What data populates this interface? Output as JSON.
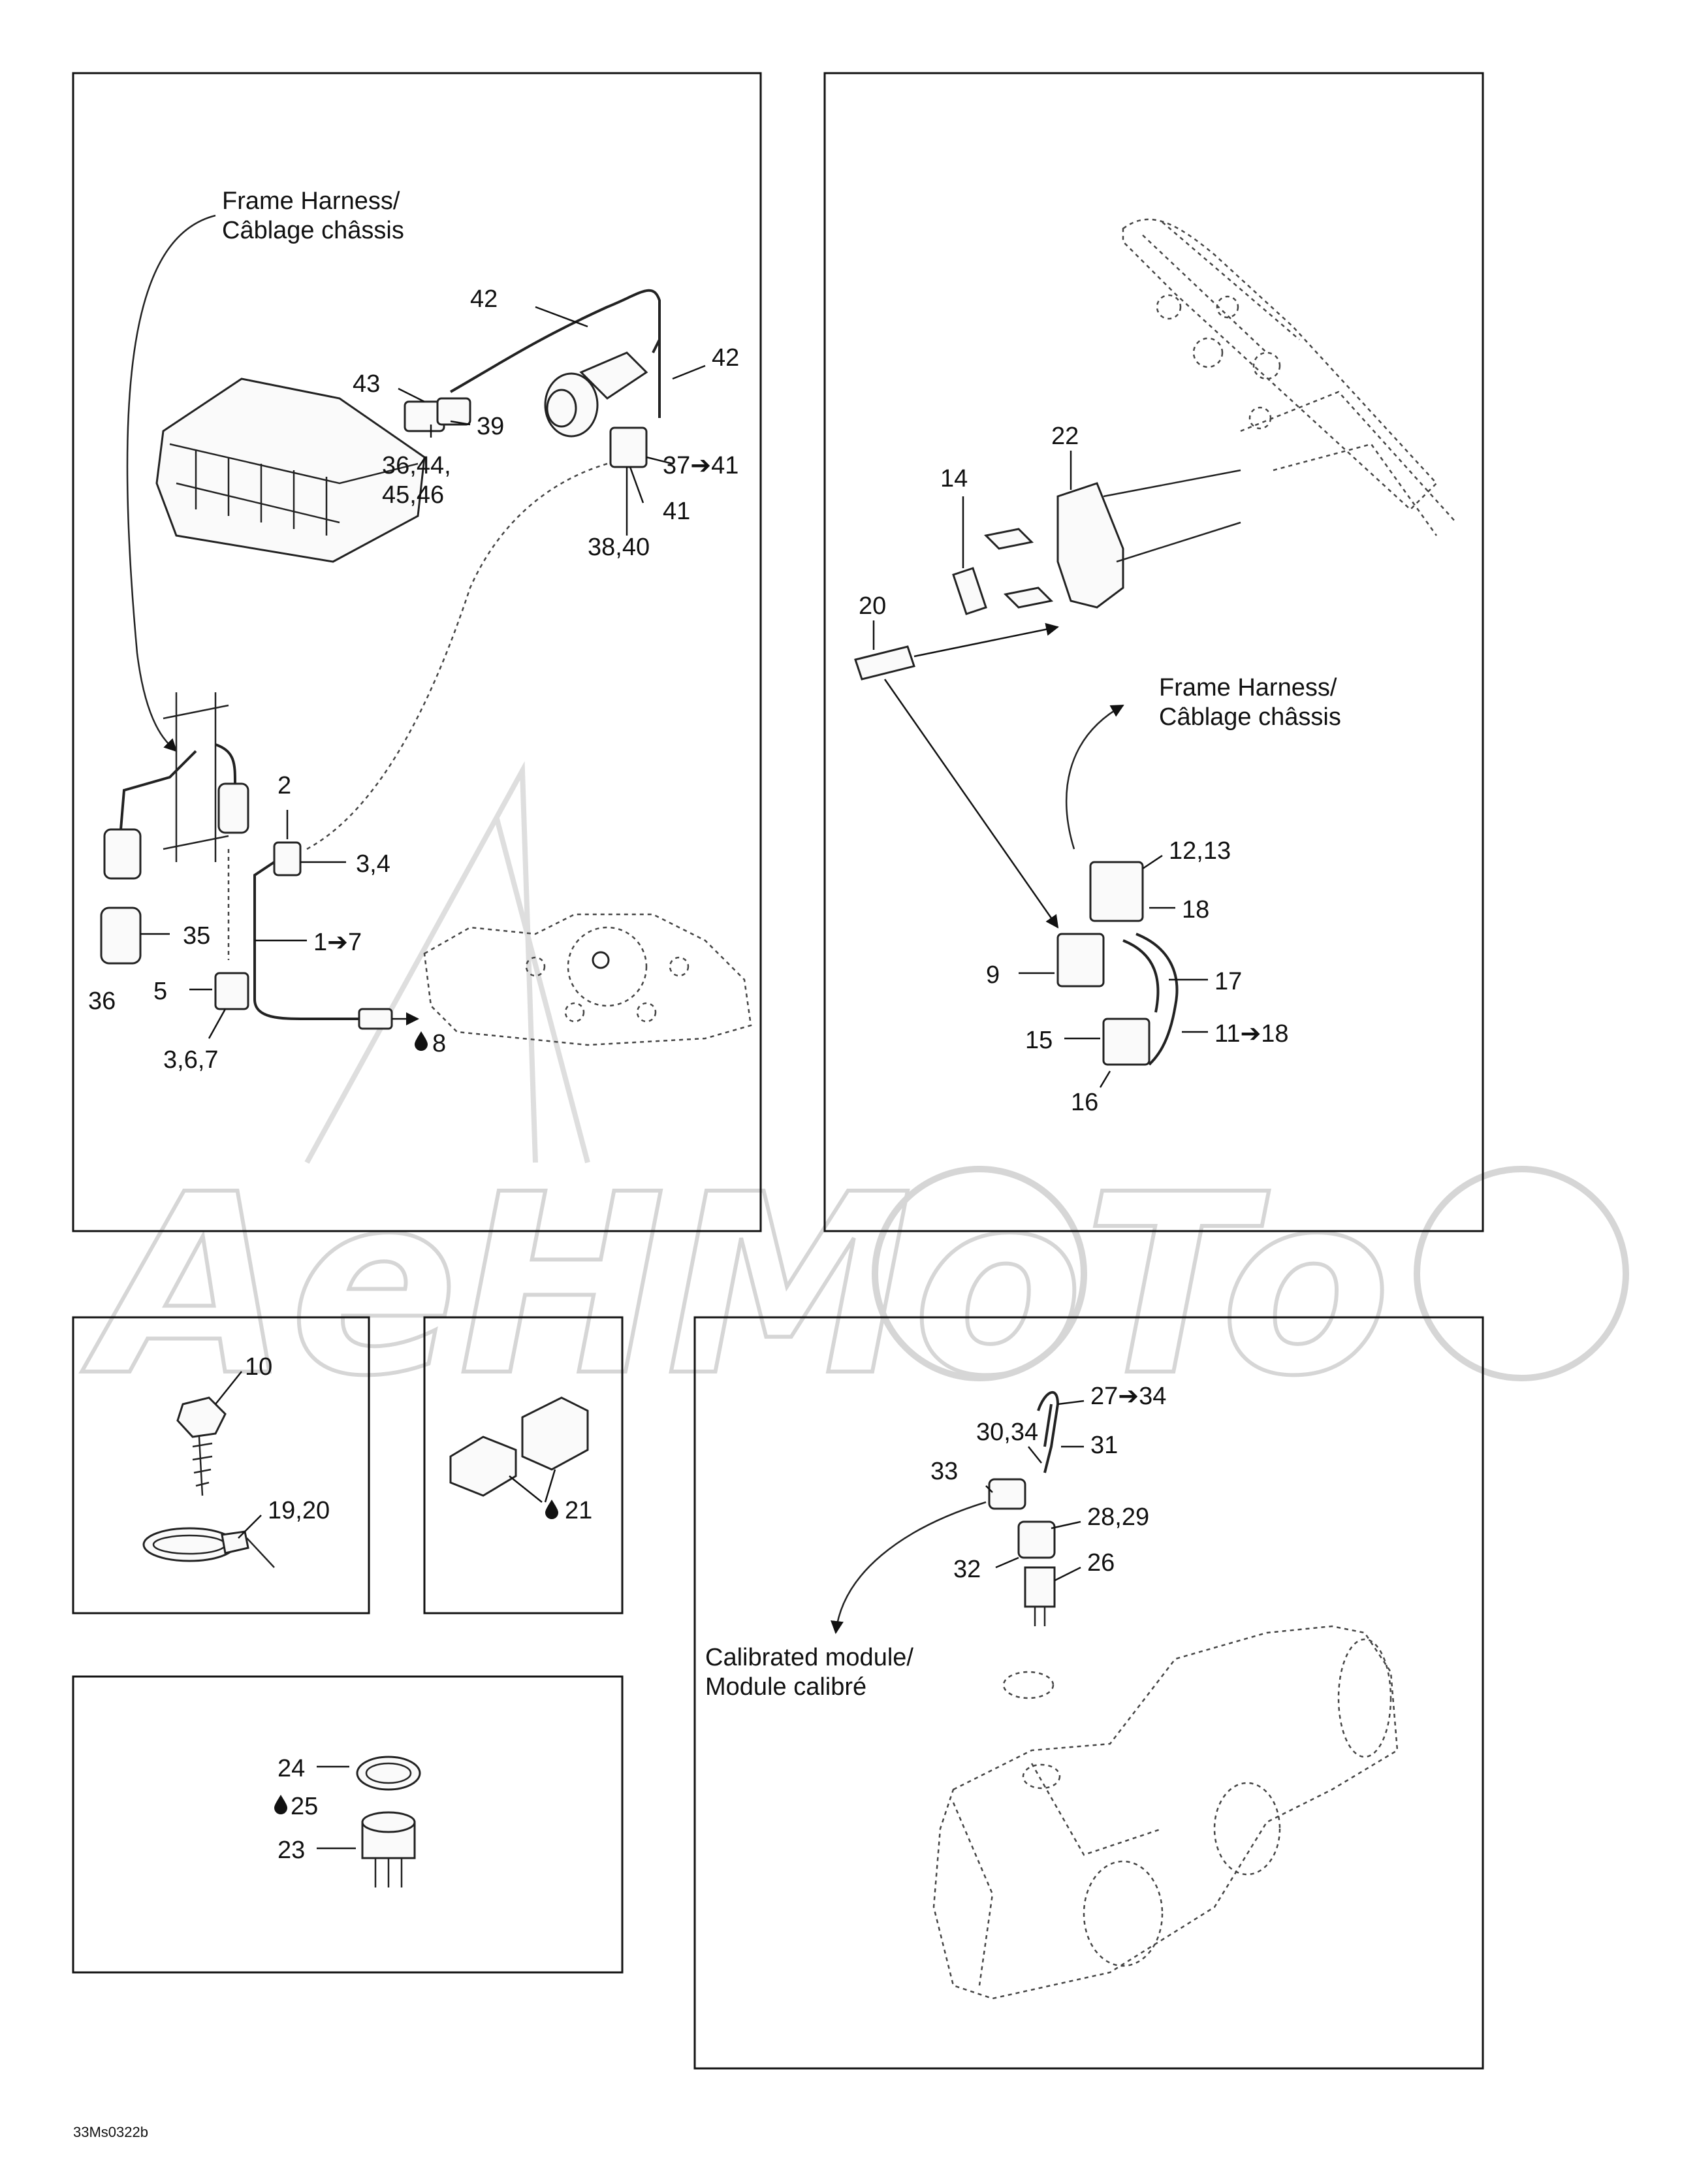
{
  "diagram": {
    "panel1": {
      "note": [
        "Frame Harness/",
        "Câblage châssis"
      ],
      "labels": [
        "42",
        "42",
        "43",
        "39",
        "36,44,",
        "45,46",
        "37➔41",
        "41",
        "38,40",
        "2",
        "3,4",
        "35",
        "36",
        "5",
        "1➔7",
        "3,6,7",
        "8"
      ]
    },
    "panel2": {
      "note": [
        "Frame Harness/",
        "Câblage châssis"
      ],
      "labels": [
        "22",
        "14",
        "20",
        "12,13",
        "18",
        "9",
        "17",
        "15",
        "11➔18",
        "16"
      ]
    },
    "panel3": {
      "labels": [
        "10",
        "19,20"
      ]
    },
    "panel4": {
      "labels": [
        "21"
      ]
    },
    "panel5": {
      "labels": [
        "24",
        "25",
        "23"
      ]
    },
    "panel6": {
      "note": [
        "Calibrated module/",
        "Module calibré"
      ],
      "labels": [
        "27➔34",
        "30,34",
        "31",
        "33",
        "28,29",
        "32",
        "26"
      ]
    },
    "code": "33Ms0322b",
    "watermark": "AeHMoTo",
    "colors": {
      "line": "#111111",
      "background": "#ffffff",
      "watermark": "#d6d6d6"
    }
  }
}
